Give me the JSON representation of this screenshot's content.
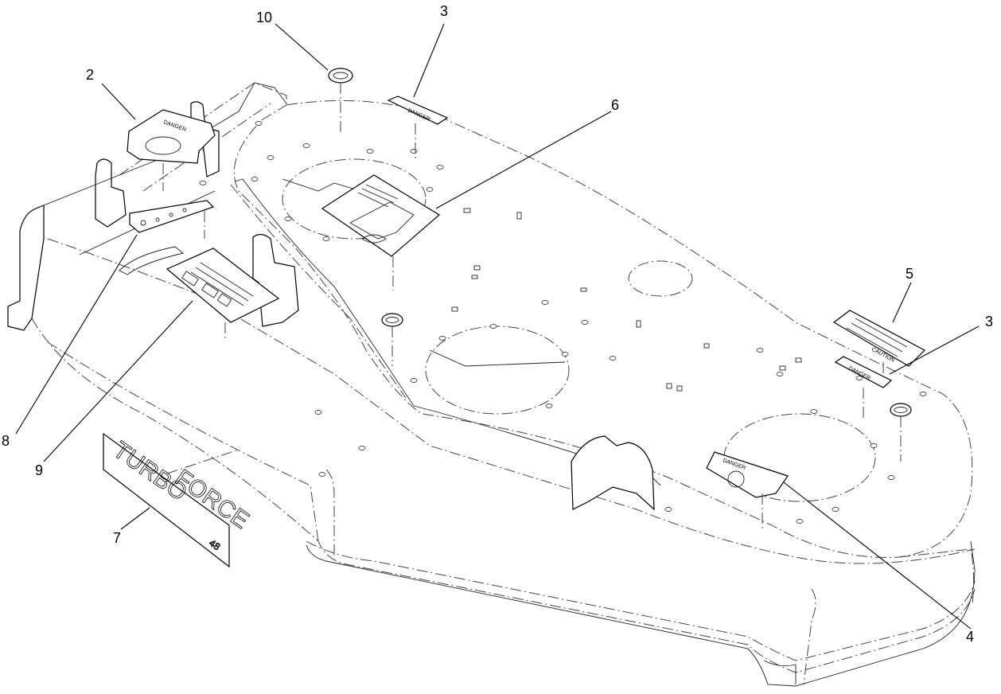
{
  "callouts": [
    {
      "id": "c10",
      "number": "10"
    },
    {
      "id": "c3a",
      "number": "3"
    },
    {
      "id": "c2",
      "number": "2"
    },
    {
      "id": "c6",
      "number": "6"
    },
    {
      "id": "c5",
      "number": "5"
    },
    {
      "id": "c3b",
      "number": "3"
    },
    {
      "id": "c8",
      "number": "8"
    },
    {
      "id": "c9",
      "number": "9"
    },
    {
      "id": "c7",
      "number": "7"
    },
    {
      "id": "c4",
      "number": "4"
    }
  ],
  "decals": {
    "turbo_line1": "TURBO",
    "turbo_line2": "FORCE",
    "turbo_size": "48",
    "danger_small_a": "DANGER",
    "danger_small_b": "DANGER",
    "danger_guard": "DANGER",
    "danger_shield": "DANGER",
    "caution": "CAUTION"
  }
}
